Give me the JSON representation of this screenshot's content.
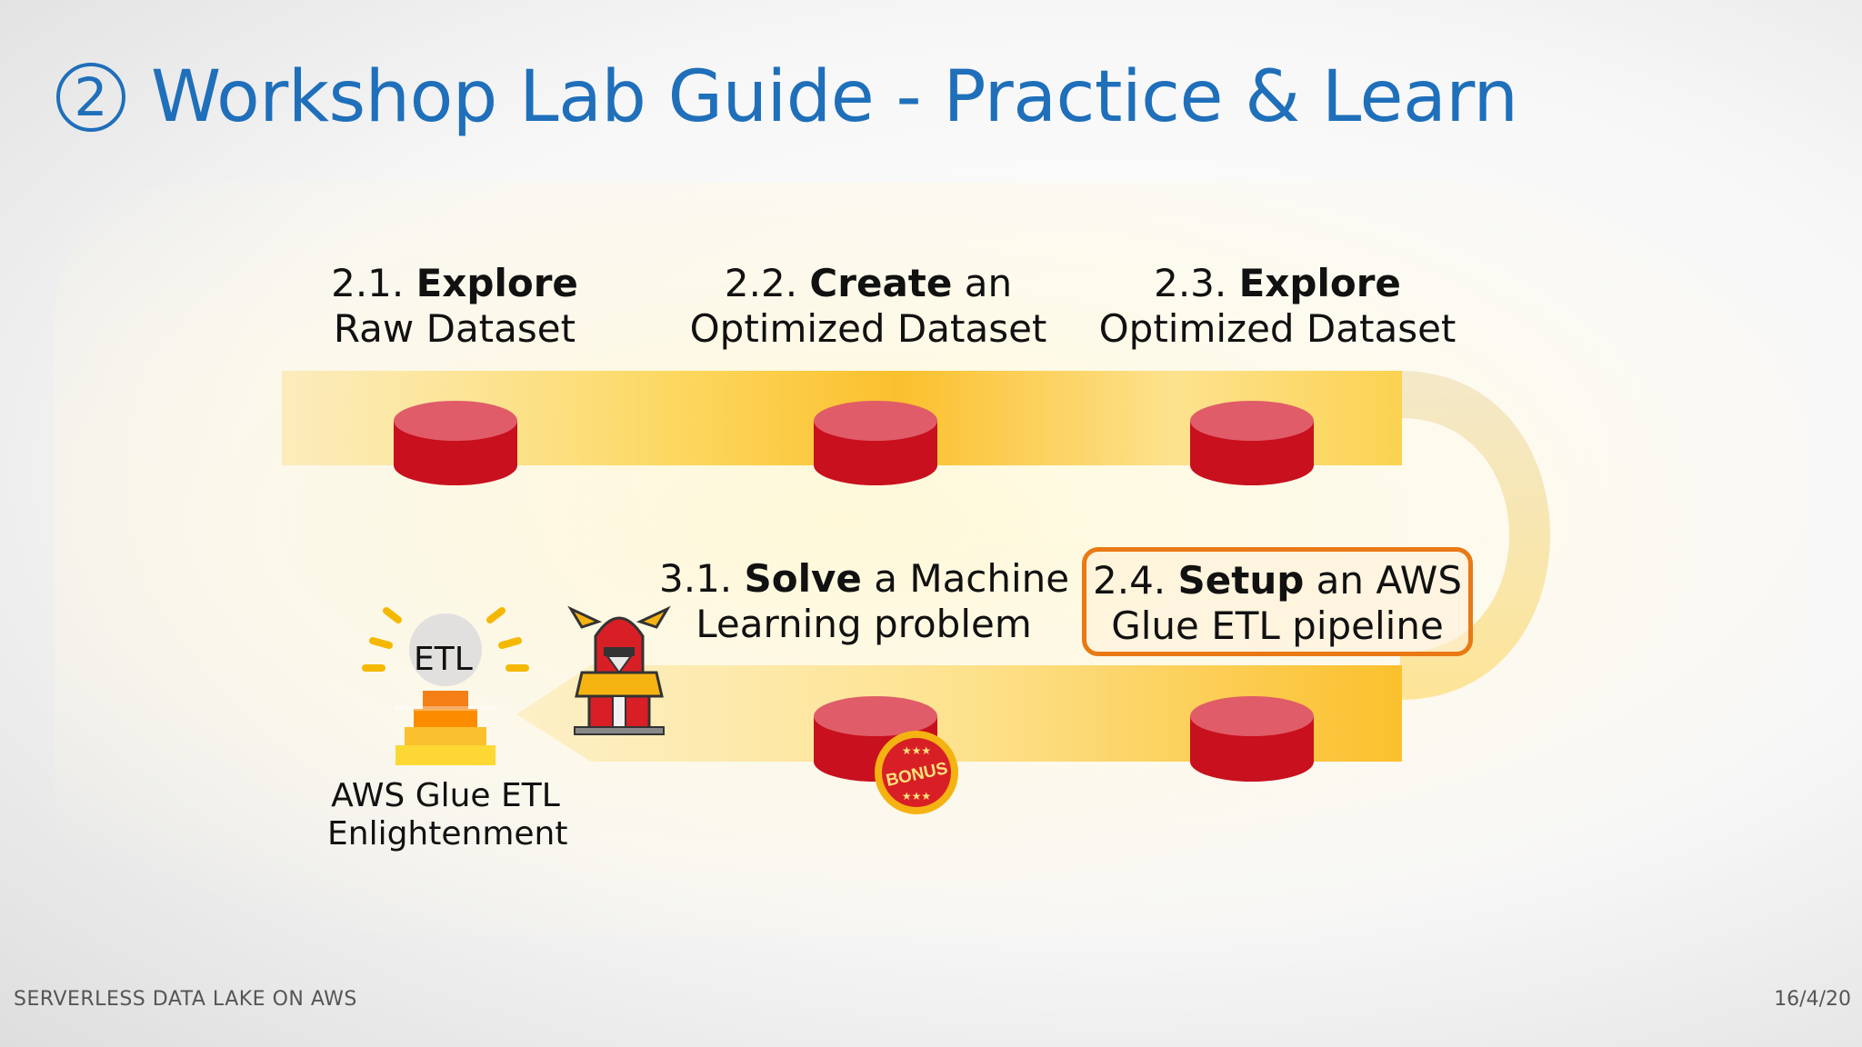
{
  "title": {
    "number": "2",
    "text": "Workshop Lab Guide - Practice & Learn"
  },
  "steps": [
    {
      "number": "2.1.",
      "bold": "Explore",
      "rest": "",
      "line2": "Raw Dataset"
    },
    {
      "number": "2.2.",
      "bold": "Create",
      "rest": " an",
      "line2": "Optimized Dataset"
    },
    {
      "number": "2.3.",
      "bold": "Explore",
      "rest": "",
      "line2": "Optimized Dataset"
    },
    {
      "number": "2.4.",
      "bold": "Setup",
      "rest": " an AWS",
      "line2": "Glue ETL pipeline"
    },
    {
      "number": "3.1.",
      "bold": "Solve",
      "rest": " a Machine",
      "line2": "Learning problem"
    }
  ],
  "etl": {
    "icon_text": "ETL",
    "caption": "AWS Glue ETL Enlightenment"
  },
  "bonus_badge": "BONUS",
  "footer": {
    "left": "SERVERLESS DATA LAKE ON AWS",
    "right": "16/4/20"
  },
  "colors": {
    "title_blue": "#1f6fba",
    "path_yellow": "#fbc02d",
    "db_red": "#c8101e",
    "db_top": "#e05c68",
    "highlight_orange": "#e87914"
  }
}
